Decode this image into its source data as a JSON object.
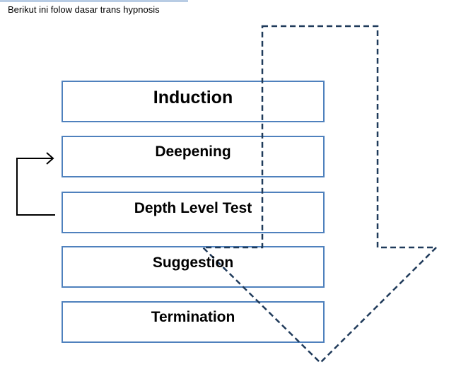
{
  "caption": "Berikut ini folow dasar trans hypnosis",
  "steps": [
    {
      "label": "Induction"
    },
    {
      "label": "Deepening"
    },
    {
      "label": "Depth Level Test"
    },
    {
      "label": "Suggestion"
    },
    {
      "label": "Termination"
    }
  ],
  "colors": {
    "box_border": "#4f81bd",
    "dashed_arrow": "#1f3a5a",
    "loop_arrow": "#000000",
    "top_rule": "#b8cce4"
  }
}
